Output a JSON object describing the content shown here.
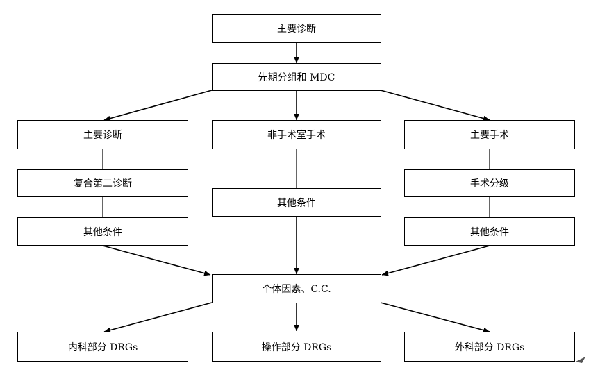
{
  "nodes": {
    "top": "主要诊断",
    "pregroup": "先期分组和 MDC",
    "left_main": "主要诊断",
    "center_main": "非手术室手术",
    "right_main": "主要手术",
    "left_second": "复合第二诊断",
    "center_other": "其他条件",
    "right_grade": "手术分级",
    "left_other": "其他条件",
    "right_other": "其他条件",
    "factors": "个体因素、C.C.",
    "out_left": "内科部分 DRGs",
    "out_center": "操作部分 DRGs",
    "out_right": "外科部分 DRGs"
  }
}
